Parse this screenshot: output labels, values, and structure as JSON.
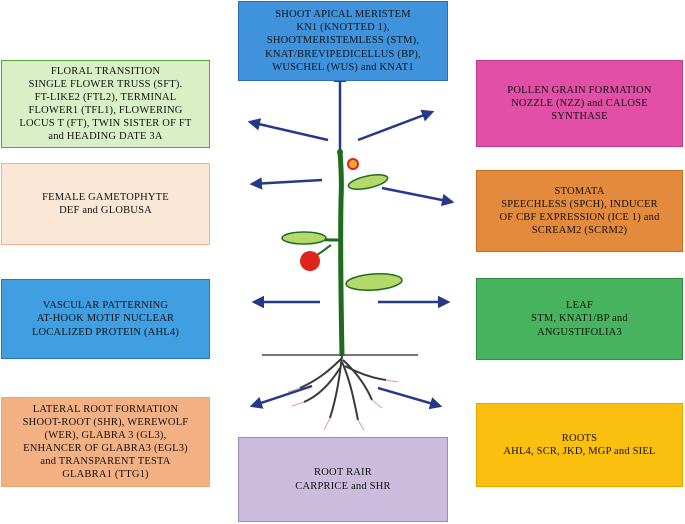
{
  "boxes": {
    "shoot_apical_meristem": {
      "lines": [
        "SHOOT APICAL MERISTEM",
        "KN1 (KNOTTED 1),",
        "SHOOTMERISTEMLESS (STM),",
        "KNAT/BREVIPEDICELLUS (BP),",
        "WUSCHEL (WUS) and KNAT1"
      ],
      "color": "#3f93dd"
    },
    "floral_transition": {
      "lines": [
        "FLORAL TRANSITION",
        "SINGLE FLOWER TRUSS (SFT).",
        "FT-LIKE2 (FTL2), TERMINAL",
        "FLOWER1 (TFL1), FLOWERING",
        "LOCUS T (FT), TWIN SISTER OF FT",
        "and HEADING DATE 3A"
      ],
      "color": "#d9efc5"
    },
    "pollen_grain": {
      "lines": [
        "POLLEN GRAIN FORMATION",
        "NOZZLE (NZZ) and CALOSE",
        "SYNTHASE"
      ],
      "color": "#e14fa6"
    },
    "female_gametophyte": {
      "lines": [
        "FEMALE GAMETOPHYTE",
        "DEF and GLOBUSA"
      ],
      "color": "#fbe7d6"
    },
    "stomata": {
      "lines": [
        "STOMATA",
        "SPEECHLESS (SPCH), INDUCER",
        "OF CBF EXPRESSION (ICE 1) and",
        "SCREAM2 (SCRM2)"
      ],
      "color": "#e38a3c"
    },
    "vascular_patterning": {
      "lines": [
        "VASCULAR PATTERNING",
        "AT-HOOK MOTIF NUCLEAR",
        "LOCALIZED PROTEIN (AHL4)"
      ],
      "color": "#3f9fe0"
    },
    "leaf": {
      "lines": [
        "LEAF",
        "STM, KNAT1/BP and",
        "ANGUSTIFOLIA3"
      ],
      "color": "#47b35e"
    },
    "lateral_root": {
      "lines": [
        "LATERAL ROOT FORMATION",
        "SHOOT-ROOT (SHR), WEREWOLF",
        "(WER), GLABRA 3 (GL3),",
        "ENHANCER OF GLABRA3 (EGL3)",
        "and TRANSPARENT TESTA",
        "GLABRA1 (TTG1)"
      ],
      "color": "#f3b183"
    },
    "roots": {
      "lines": [
        "ROOTS",
        "AHL4, SCR, JKD, MGP and SIEL"
      ],
      "color": "#fbbf0f"
    },
    "root_hair": {
      "lines": [
        "ROOT RAIR",
        "CARPRICE and SHR"
      ],
      "color": "#cbbbdc"
    }
  },
  "colors": {
    "arrow": "#24398a",
    "stem": "#1f6b1f",
    "leaf": "#b4d96b",
    "flower": "#e0241b",
    "bud": "#f0a832",
    "ground": "#777777",
    "root": "#3a3a3a"
  }
}
